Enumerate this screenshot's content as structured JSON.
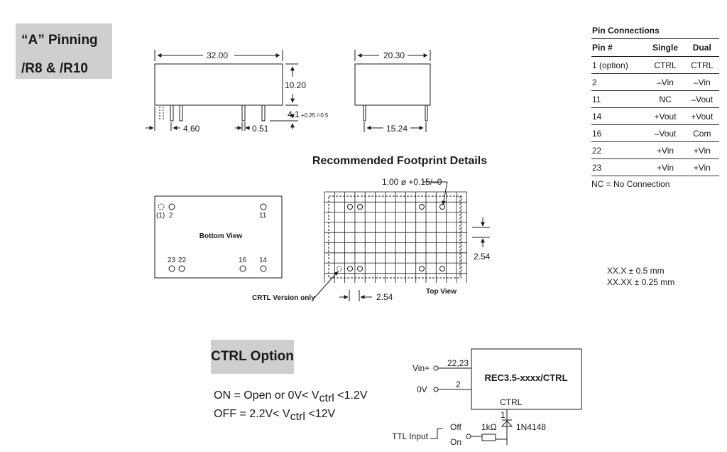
{
  "pinning": {
    "line1": "“A” Pinning",
    "line2": "/R8 & /R10"
  },
  "side_view": {
    "length": "32.00",
    "height": "10.20",
    "pin_length": "4.1",
    "pin_tolerance": "+0.25 /-0.5",
    "pin_pitch": "4.60",
    "pin_width": "0.51"
  },
  "end_view": {
    "width": "20.30",
    "pin_spacing": "15.24"
  },
  "bottom_view": {
    "label": "Bottom View",
    "pin_labels": {
      "p1": "(1)",
      "p2": "2",
      "p11": "11",
      "p23": "23",
      "p22": "22",
      "p16": "16",
      "p14": "14"
    }
  },
  "footprint": {
    "title": "Recommended Footprint Details",
    "hole_spec": "1.00 ø +0.15/–0",
    "pitch_v": "2.54",
    "pitch_h": "2.54",
    "ctrl_note": "CRTL Version only",
    "view_label": "Top View"
  },
  "pin_connections": {
    "title": "Pin Connections",
    "headers": [
      "Pin #",
      "Single",
      "Dual"
    ],
    "rows": [
      [
        "1 (option)",
        "CTRL",
        "CTRL"
      ],
      [
        "2",
        "–Vin",
        "–Vin"
      ],
      [
        "11",
        "NC",
        "–Vout"
      ],
      [
        "14",
        "+Vout",
        "+Vout"
      ],
      [
        "16",
        "–Vout",
        "Com"
      ],
      [
        "22",
        "+Vin",
        "+Vin"
      ],
      [
        "23",
        "+Vin",
        "+Vin"
      ]
    ],
    "note": "NC = No Connection"
  },
  "tolerances": [
    "XX.X ± 0.5 mm",
    "XX.XX ± 0.25 mm"
  ],
  "ctrl_option": {
    "title": "CTRL Option",
    "on_prefix": "ON = Open or 0V< V",
    "on_sub": "ctrl",
    "on_suffix": " <1.2V",
    "off_prefix": "OFF = 2.2V< V",
    "off_sub": "ctrl",
    "off_suffix": " <12V"
  },
  "circuit": {
    "part": "REC3.5-xxxx/CTRL",
    "vin_label": "Vin+",
    "vin_pins": "22,23",
    "zero_v_label": "0V",
    "zero_v_pin": "2",
    "ctrl_label": "CTRL",
    "ctrl_pin": "1",
    "resistor": "1kΩ",
    "diode": "1N4148",
    "ttl_label": "TTL Input",
    "off_label": "Off",
    "on_label": "On"
  }
}
